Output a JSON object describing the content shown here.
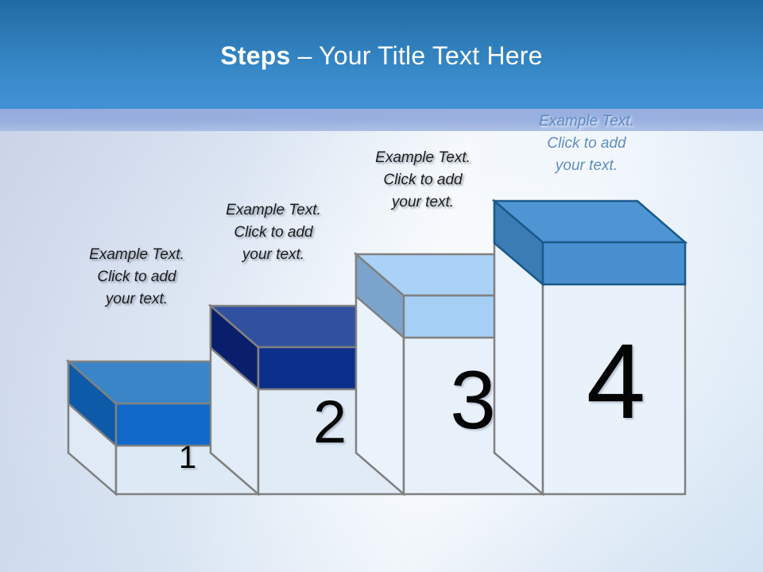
{
  "slide": {
    "title_bold": "Steps",
    "title_rest": " – Your Title Text Here",
    "header_color_top": "#1f6aa6",
    "header_color_bottom": "#4291d5",
    "band_color": "#93abdd",
    "background_color": "#e3ecf7"
  },
  "steps": [
    {
      "number": "1",
      "callout": "Example Text.\nClick  to add\nyour text.",
      "callout_color": "#1c1c1c",
      "lid_top_color": "#3a85c8",
      "lid_front_color": "#1068c8",
      "lid_side_color": "#0d5aa8",
      "body_color": "#dde9f5",
      "outline_color": "#808080"
    },
    {
      "number": "2",
      "callout": "Example Text.\nClick  to add\nyour text.",
      "callout_color": "#1c1c1c",
      "lid_top_color": "#31509f",
      "lid_front_color": "#0c2f8c",
      "lid_side_color": "#0a1f6b",
      "body_color": "#e0ebf6",
      "outline_color": "#808080"
    },
    {
      "number": "3",
      "callout": "Example Text.\nClick  to add\nyour text.",
      "callout_color": "#1c1c1c",
      "lid_top_color": "#a9d2f6",
      "lid_front_color": "#a5cff5",
      "lid_side_color": "#7ba4cd",
      "body_color": "#e8f1fa",
      "outline_color": "#808080"
    },
    {
      "number": "4",
      "callout": "Example Text.\nClick  to add\nyour text.",
      "callout_color": "#5e8cc4",
      "lid_top_color": "#4f95d4",
      "lid_front_color": "#4a90d0",
      "lid_side_color": "#3b7cb5",
      "body_color": "#e9f2fb",
      "outline_color": "#1a5a8a"
    }
  ]
}
